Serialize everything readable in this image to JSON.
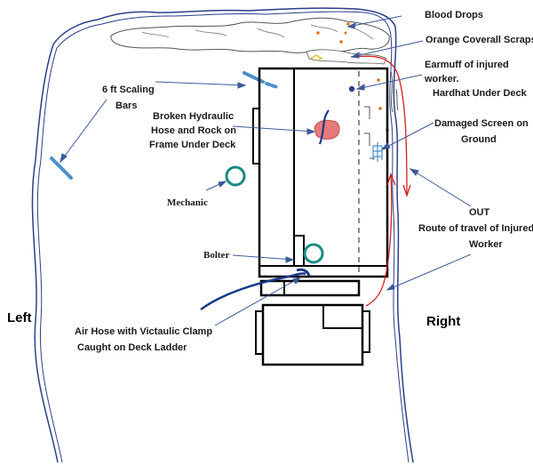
{
  "labels": {
    "blood_drops": "Blood Drops",
    "orange_coverall": "Orange Coverall Scraps",
    "earmuff_line1": "Earmuff of injured",
    "earmuff_line2": "worker.",
    "hardhat": "Hardhat Under Deck",
    "scaling_line1": "6 ft Scaling",
    "scaling_line2": "Bars",
    "hose_line1": "Broken Hydraulic",
    "hose_line2": "Hose and Rock on",
    "hose_line3": "Frame Under Deck",
    "screen_line1": "Damaged Screen on",
    "screen_line2": "Ground",
    "mechanic": "Mechanic",
    "out": "OUT",
    "route_line1": "Route of travel of Injured",
    "route_line2": "Worker",
    "bolter": "Bolter",
    "left": "Left",
    "right": "Right",
    "air_line1": "Air Hose with Victaulic Clamp",
    "air_line2": "Caught on Deck Ladder"
  },
  "colors": {
    "rib": "#2b3f8c",
    "arrow": "#3d5a99",
    "route": "#d42020",
    "teal": "#1a8a82",
    "scaling": "#4a8fcc",
    "rock": "#e8797a",
    "hose": "#1a3a8a"
  }
}
